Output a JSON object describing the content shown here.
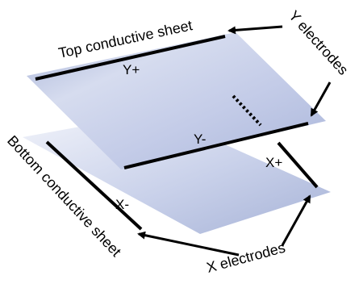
{
  "labels": {
    "top_sheet": "Top conductive sheet",
    "bottom_sheet": "Bottom conductive sheet",
    "y_electrodes": "Y electrodes",
    "x_electrodes": "X electrodes",
    "y_plus": "Y+",
    "y_minus": "Y-",
    "x_plus": "X+",
    "x_minus": "X-"
  },
  "colors": {
    "sheet_light": "#f2f4fb",
    "sheet_dark": "#a9b5d8",
    "electrode": "#000000",
    "text": "#000000"
  }
}
